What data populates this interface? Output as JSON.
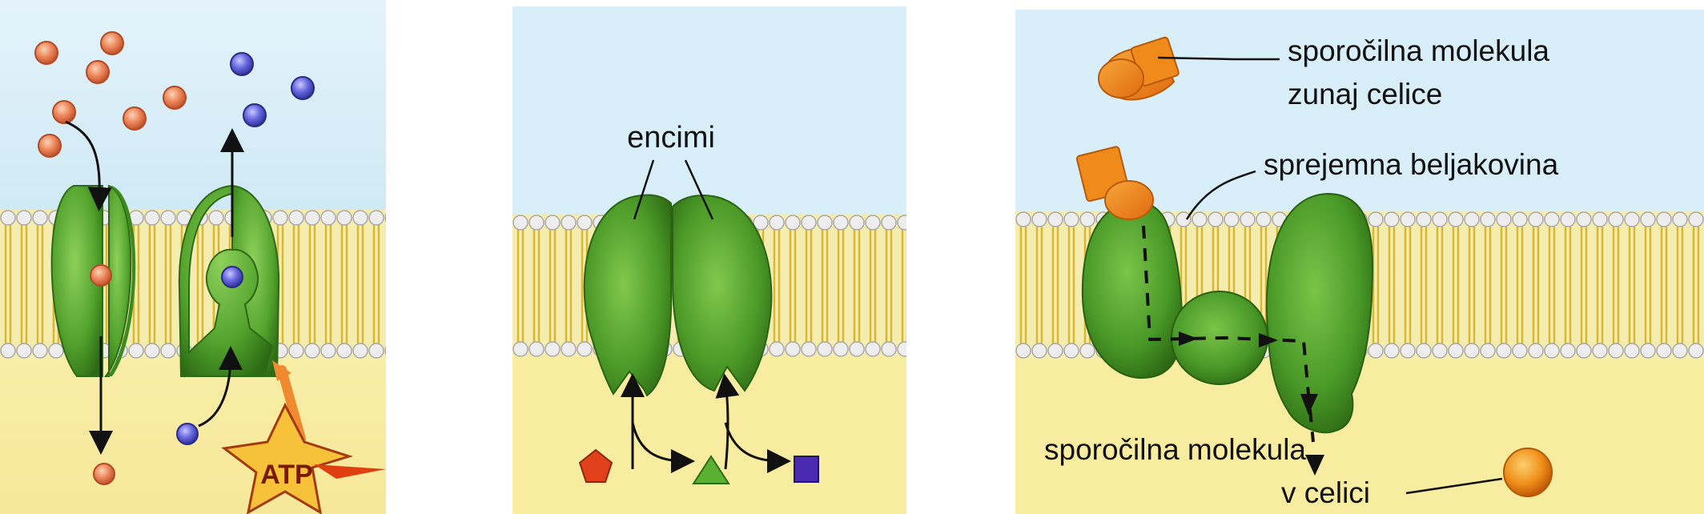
{
  "labels": {
    "encimi": "encimi",
    "atp": "ATP",
    "outside_line1": "sporočilna molekula",
    "outside_line2": "zunaj celice",
    "receptor": "sprejemna beljakovina",
    "inside_line1": "sporočilna molekula",
    "inside_line2": "v celici"
  },
  "colors": {
    "extracellular": "#d8eef8",
    "cytoplasm": "#f8eca0",
    "lipid_head": "#e6e6e6",
    "lipid_tail": "#e8d040",
    "protein_green": "#4a9a2a",
    "molecule_orange": "#e8703a",
    "molecule_blue": "#5a5ad0",
    "signal_orange": "#f08a1a",
    "product_red": "#e0401a",
    "product_green": "#5ab030",
    "product_purple": "#4a2ab0"
  },
  "icons": [
    "arrow-icon",
    "atp-star-icon",
    "pentagon-icon",
    "triangle-icon",
    "square-icon"
  ]
}
